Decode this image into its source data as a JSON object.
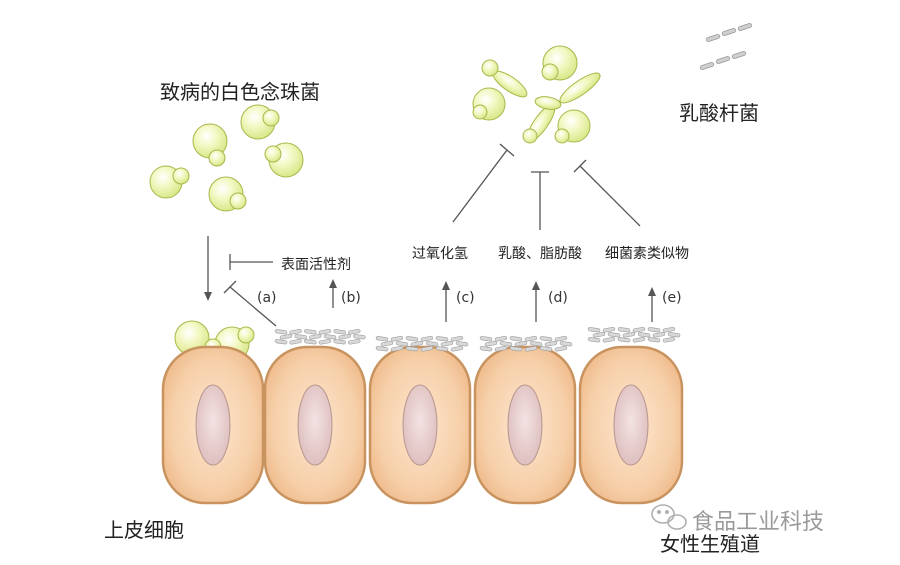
{
  "labels": {
    "candida": "致病的白色念珠菌",
    "lactobacillus": "乳酸杆菌",
    "epithelium": "上皮细胞",
    "reproductive_tract": "女性生殖道",
    "surfactant": "表面活性剂",
    "hydrogen_peroxide": "过氧化氢",
    "lactic_fatty_acid": "乳酸、脂肪酸",
    "bacteriocin": "细菌素类似物"
  },
  "mechanisms": [
    "(a)",
    "(b)",
    "(c)",
    "(d)",
    "(e)"
  ],
  "watermark": "食品工业科技",
  "colors": {
    "yeast_fill": "#eef5a8",
    "yeast_stroke": "#a8b84a",
    "cell_fill": "#f6cfa8",
    "cell_border": "#c8935f",
    "nucleus": "#e9cfcf",
    "bacteria": "#cfcfcf"
  }
}
